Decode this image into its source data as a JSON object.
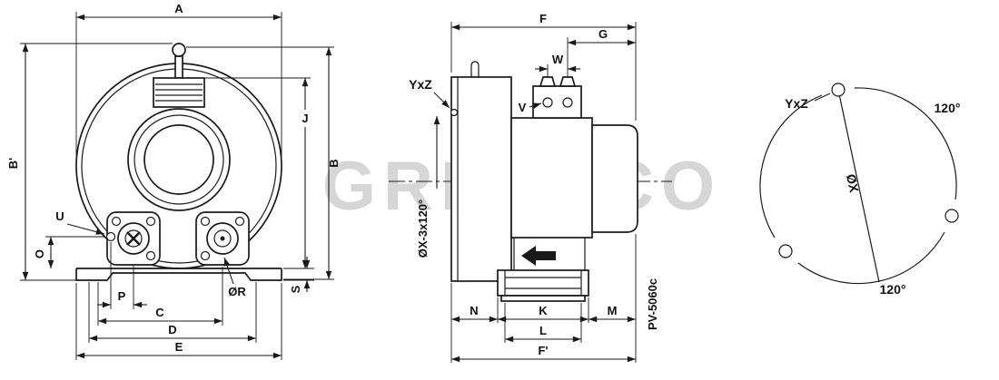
{
  "drawing": {
    "watermark": "GREENCO",
    "front_view": {
      "dim_a": "A",
      "dim_b_prime": "B'",
      "dim_b": "B",
      "dim_j": "J",
      "dim_u": "U",
      "dim_o": "O",
      "dim_p": "P",
      "dim_c": "C",
      "dim_d": "D",
      "dim_e": "E",
      "dim_phi_r": "ØR",
      "dim_s": "S"
    },
    "side_view": {
      "dim_f": "F",
      "dim_g": "G",
      "dim_w": "W",
      "dim_v": "V",
      "dim_yxz": "YxZ",
      "dim_bolt_pattern": "ØX-3x120°",
      "dim_n": "N",
      "dim_k": "K",
      "dim_m": "M",
      "dim_l": "L",
      "dim_f_prime": "F'",
      "model_code": "PV-5060c"
    },
    "flange_view": {
      "dim_yxz": "YxZ",
      "dim_phi_x": "ØX",
      "angle_upper": "120°",
      "angle_lower": "120°"
    }
  }
}
